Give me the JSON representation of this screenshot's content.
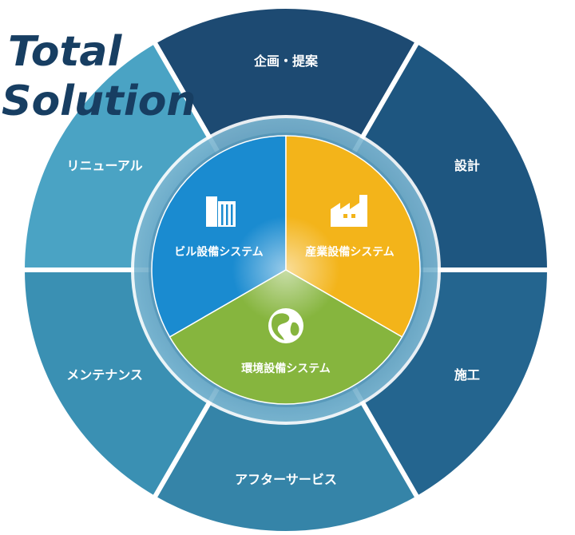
{
  "title": {
    "line1": "Total",
    "line2": "Solution"
  },
  "segments": [
    {
      "label": "企画・提案",
      "color": "#1d4a72"
    },
    {
      "label": "設計",
      "color": "#1e5680"
    },
    {
      "label": "施工",
      "color": "#24658f"
    },
    {
      "label": "アフターサービス",
      "color": "#3584a8"
    },
    {
      "label": "メンテナンス",
      "color": "#3a90b3"
    },
    {
      "label": "リニューアル",
      "color": "#4aa3c4"
    }
  ],
  "core": [
    {
      "label": "ビル設備システム",
      "icon": "building-icon",
      "color": "#1a8bd0"
    },
    {
      "label": "産業設備システム",
      "icon": "factory-icon",
      "color": "#f3b41a"
    },
    {
      "label": "環境設備システム",
      "icon": "globe-icon",
      "color": "#86b53e"
    }
  ]
}
